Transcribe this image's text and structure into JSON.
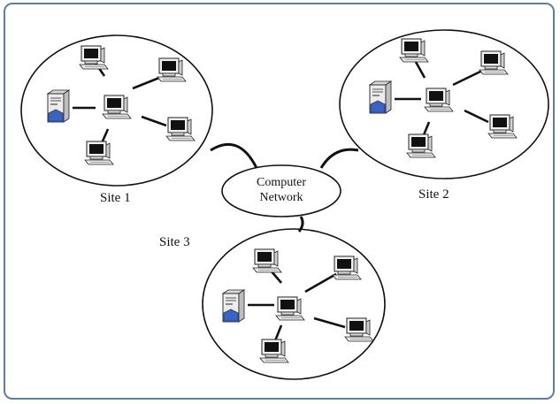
{
  "diagram": {
    "network_label_line1": "Computer",
    "network_label_line2": "Network",
    "sites": [
      {
        "label": "Site 1"
      },
      {
        "label": "Site 2"
      },
      {
        "label": "Site 3"
      }
    ]
  },
  "colors": {
    "frame_border": "#5b7fa6",
    "line": "#111111",
    "server_accent": "#3b63c6"
  },
  "icons": {
    "server": "server-tower-icon",
    "workstation": "desktop-computer-icon"
  }
}
